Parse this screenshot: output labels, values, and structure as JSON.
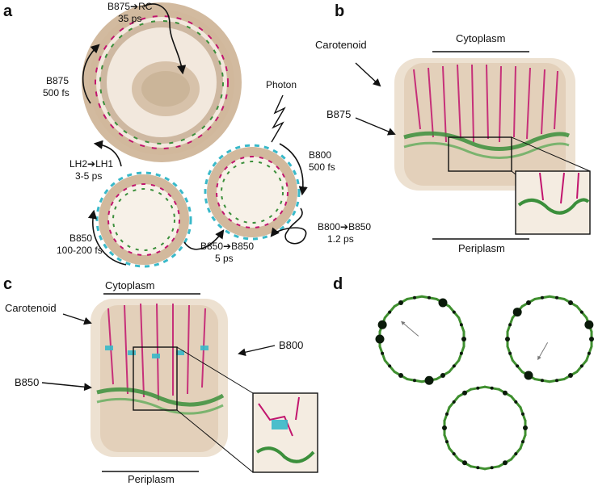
{
  "panels": {
    "a": {
      "letter": "a",
      "labels": {
        "b875_rc": "B875➔RC",
        "b875_rc_time": "35 ps",
        "b875": "B875",
        "b875_time": "500 fs",
        "photon": "Photon",
        "b800": "B800",
        "b800_time": "500 fs",
        "lh2_lh1": "LH2➔LH1",
        "lh2_lh1_time": "3-5 ps",
        "b800_b850": "B800➔B850",
        "b800_b850_time": "1.2 ps",
        "b850": "B850",
        "b850_time": "100-200 fs",
        "b850_b850": "B850➔B850",
        "b850_b850_time": "5 ps"
      }
    },
    "b": {
      "letter": "b",
      "labels": {
        "carotenoid": "Carotenoid",
        "cytoplasm": "Cytoplasm",
        "b875": "B875",
        "periplasm": "Periplasm"
      }
    },
    "c": {
      "letter": "c",
      "labels": {
        "cytoplasm": "Cytoplasm",
        "carotenoid": "Carotenoid",
        "b800": "B800",
        "b850": "B850",
        "periplasm": "Periplasm"
      }
    },
    "d": {
      "letter": "d"
    }
  },
  "colors": {
    "protein": "#d9c3a8",
    "carotenoid": "#c2156e",
    "bchl_b850": "#3b8f3b",
    "bchl_b800": "#39b9c9",
    "arrow": "#111111",
    "dipole": "#3f8f2f"
  }
}
